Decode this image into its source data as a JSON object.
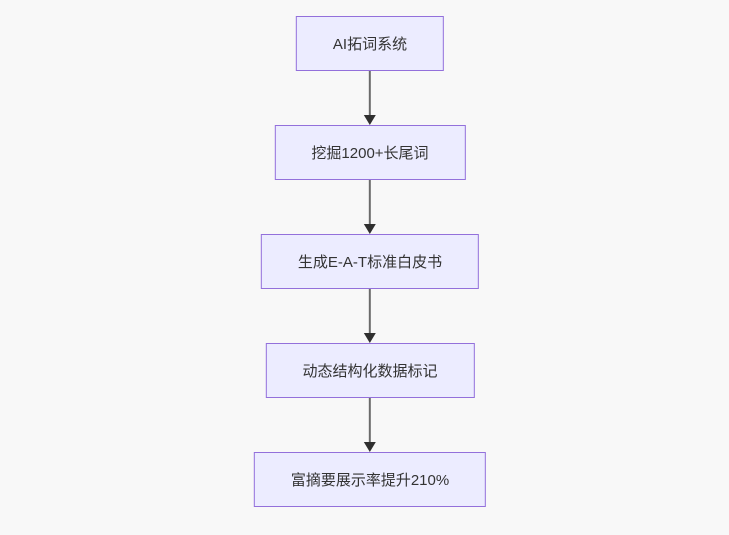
{
  "diagram": {
    "type": "flowchart",
    "direction": "top-down",
    "nodes": [
      {
        "id": "n1",
        "label": "AI拓词系统"
      },
      {
        "id": "n2",
        "label": "挖掘1200+长尾词"
      },
      {
        "id": "n3",
        "label": "生成E-A-T标准白皮书"
      },
      {
        "id": "n4",
        "label": "动态结构化数据标记"
      },
      {
        "id": "n5",
        "label": "富摘要展示率提升210%"
      }
    ],
    "edges": [
      {
        "from": "n1",
        "to": "n2"
      },
      {
        "from": "n2",
        "to": "n3"
      },
      {
        "from": "n3",
        "to": "n4"
      },
      {
        "from": "n4",
        "to": "n5"
      }
    ],
    "colors": {
      "node_fill": "#ECECFF",
      "node_border": "#9370DB",
      "node_text": "#333333",
      "edge_line": "#6b6b6b",
      "arrowhead": "#2f2f2f",
      "background": "#f8f8f8"
    }
  }
}
